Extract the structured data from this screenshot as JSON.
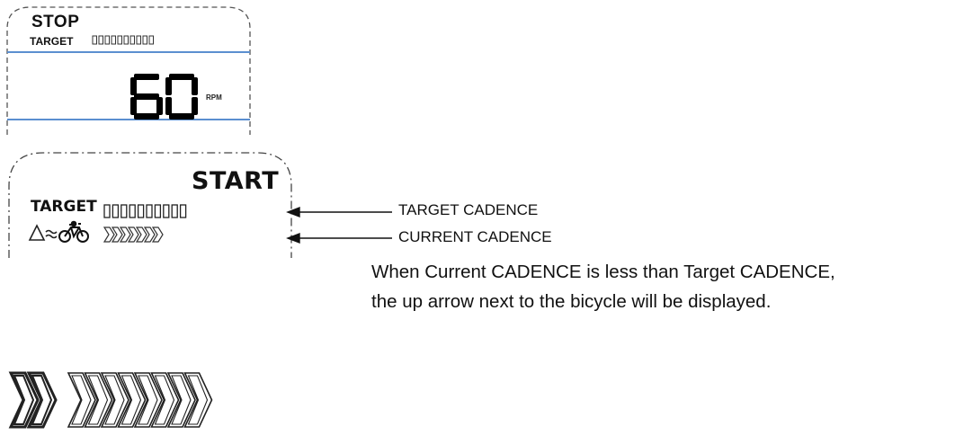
{
  "panel_stop": {
    "stop_label": "STOP",
    "target_label": "TARGET",
    "target_segments": 10,
    "cadence_value": "60",
    "unit": "RPM"
  },
  "panel_start": {
    "start_label": "START",
    "target_label": "TARGET",
    "target_segments": 10,
    "current_chevrons": 7,
    "up_arrow_icon": "up-triangle-icon",
    "wave_icon": "wave-icon",
    "bike_icon": "bicycle-icon"
  },
  "callouts": {
    "target_cadence": "TARGET CADENCE",
    "current_cadence": "CURRENT CADENCE"
  },
  "note": {
    "line1": "When Current CADENCE is less than Target CADENCE,",
    "line2": "the up arrow next to the bicycle will be displayed."
  },
  "chevron_bar": {
    "filled": 2,
    "total": 10
  },
  "colors": {
    "lcd_line": "#5b8fd0",
    "ink": "#111111"
  }
}
